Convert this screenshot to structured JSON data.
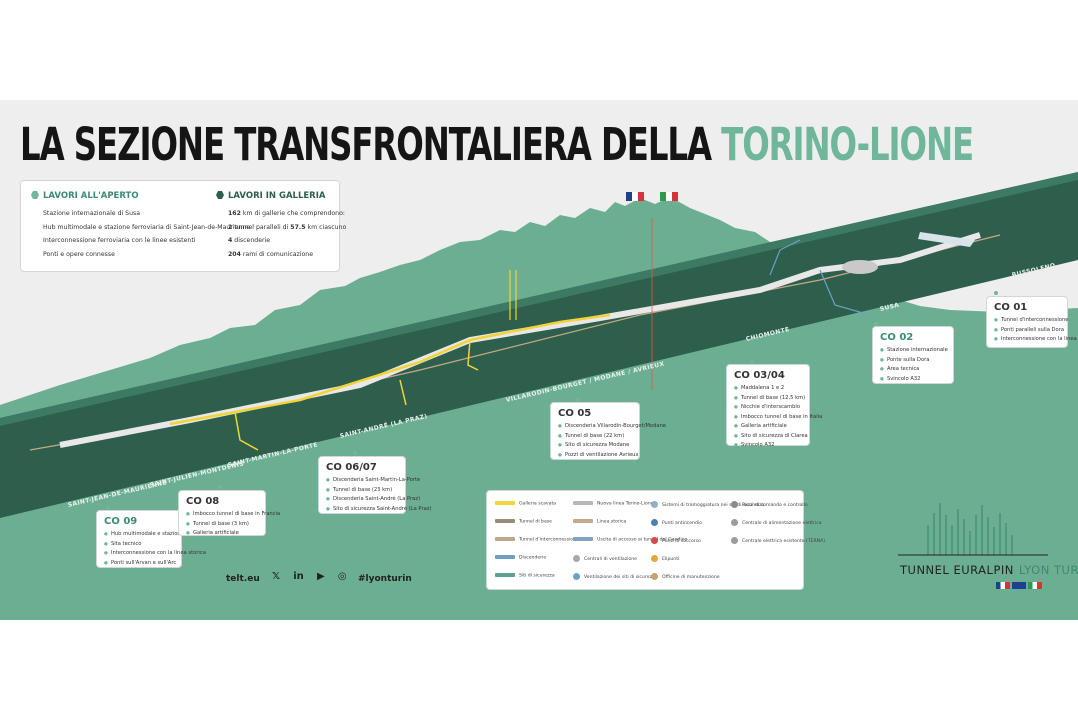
{
  "title": {
    "main": "LA SEZIONE TRANSFRONTALIERA DELLA",
    "highlight": "TORINO-LIONE"
  },
  "summary": {
    "open_works": {
      "heading": "LAVORI ALL'APERTO",
      "items": [
        "Stazione internazionale di Susa",
        "Hub multimodale e stazione ferroviaria di Saint-Jean-de-Maurienne",
        "Interconnessione ferroviaria con le linee esistenti",
        "Ponti e opere connesse"
      ]
    },
    "tunnel_works": {
      "heading": "LAVORI IN GALLERIA",
      "items": [
        {
          "num": "162",
          "text": " km di gallerie che comprendono:"
        },
        {
          "num": "2",
          "text": " tunnel paralleli di ",
          "num2": "57.5",
          "text2": " km ciascuno"
        },
        {
          "num": "4",
          "text": " discenderie"
        },
        {
          "num": "204",
          "text": " rami di comunicazione"
        }
      ]
    }
  },
  "places": [
    "SAINT-JEAN-DE-MAURIENNE",
    "SAINT-JULIEN-MONTDENIS",
    "SAINT-MARTIN-LA-PORTE",
    "SAINT-ANDRÉ (LA PRAZ)",
    "VILLARODIN-BOURGET / MODANE / AVRIEUX",
    "CHIOMONTE",
    "SUSA",
    "BUSSOLENO"
  ],
  "co_boxes": {
    "co09": {
      "title": "CO 09",
      "items": [
        "Hub multimodale e stazione ferroviaria",
        "Sita tecnico",
        "Interconnessione con la linea storica",
        "Ponti sull'Arvan e sull'Arc"
      ]
    },
    "co08": {
      "title": "CO 08",
      "items": [
        "Imbocco tunnel di base in Francia",
        "Tunnel di base (3 km)",
        "Galleria artificiale"
      ]
    },
    "co0607": {
      "title": "CO 06/07",
      "items": [
        "Discenderia Saint-Martin-La-Porte",
        "Tunnel di base (23 km)",
        "Discenderia Saint-André (La Praz)",
        "Sito di sicurezza Saint-André (La Praz)"
      ]
    },
    "co05": {
      "title": "CO 05",
      "items": [
        "Discenderia Villarodin-Bourget/Modane",
        "Tunnel di base (22 km)",
        "Sito di sicurezza Modane",
        "Pozzi di ventilazione Avrieux"
      ]
    },
    "co0304": {
      "title": "CO 03/04",
      "items": [
        "Maddalena 1 e 2",
        "Tunnel di base (12,5 km)",
        "Nicchie d'interscambio",
        "Imbocco tunnel di base in Italia",
        "Galleria artificiale",
        "Sito di sicurezza di Clarea",
        "Svincolo A32"
      ]
    },
    "co02": {
      "title": "CO 02",
      "items": [
        "Stazione internazionale",
        "Ponte sulla Dora",
        "Area tecnica",
        "Svincolo A32"
      ]
    },
    "co01": {
      "title": "CO 01",
      "items": [
        "Tunnel d'interconnessione",
        "Ponti paralleli sulla Dora",
        "Interconnessione con la linea storica"
      ]
    }
  },
  "legend": [
    {
      "label": "Galleria scavata",
      "color": "#f0d43a"
    },
    {
      "label": "Nuova linea Torino-Lione",
      "color": "#b9b9b9"
    },
    {
      "label": "Sistemi di tramoggiatura nei siti di sicurezza",
      "color": "#8fb0c8"
    },
    {
      "label": "Pozzi di comando e controllo",
      "color": "#8a8a8a"
    },
    {
      "label": "Tunnel di base",
      "color": "#9a8a7a"
    },
    {
      "label": "Linea storica",
      "color": "#c7a98a"
    },
    {
      "label": "Punti antincendio",
      "color": "#4a7fb0"
    },
    {
      "label": "Centrale di alimentazione elettrica",
      "color": "#9c9c9c"
    },
    {
      "label": "Tunnel d'interconnessione",
      "color": "#bfa88a"
    },
    {
      "label": "Uscita di accesso ai tunnel del Gandino",
      "color": "#7fa3c0"
    },
    {
      "label": "Punti di soccorso",
      "color": "#d44a4a"
    },
    {
      "label": "Centrale elettrica esistente (TERNA)",
      "color": "#9c9c9c"
    },
    {
      "label": "Discenderie",
      "color": "#6f9fc3"
    },
    {
      "label": "Centrali di ventilazione",
      "color": "#a8a8a8"
    },
    {
      "label": "Elipunti",
      "color": "#e0a83c"
    },
    {
      "label": "Siti di sicurezza",
      "color": "#5ea08a"
    },
    {
      "label": "Ventilazione dei siti di sicurezza",
      "color": "#6fa0c8"
    },
    {
      "label": "Officine di manutenzione",
      "color": "#c9a46a"
    }
  ],
  "footer": {
    "website": "telt.eu",
    "social": [
      "𝕏",
      "in",
      "▶",
      "◎"
    ],
    "hashtag": "#lyonturin"
  },
  "logo": {
    "line1a": "TUNNEL EURALPIN",
    "line1b": "LYON TURIN"
  },
  "colors": {
    "accent": "#6fb69a",
    "valley": "#2e5e4c",
    "mountain": "#5fa387",
    "tunnel": "#f0d43a"
  }
}
